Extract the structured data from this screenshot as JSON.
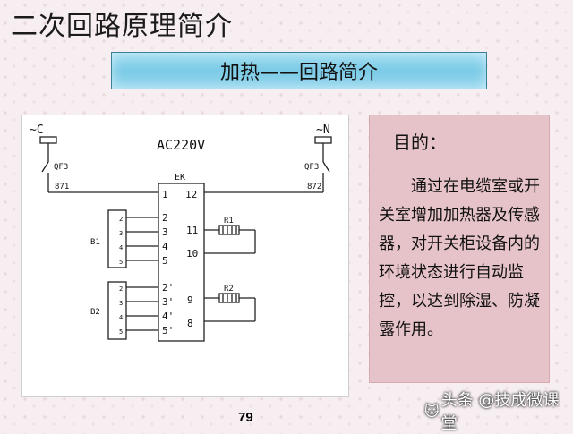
{
  "title": "二次回路原理简介",
  "subtitle": "加热——回路简介",
  "diagram": {
    "supply": "AC220V",
    "phase_left": "~C",
    "phase_right": "~N",
    "breaker_left": "QF3",
    "breaker_right": "QF3",
    "wire_left": "871",
    "wire_right": "872",
    "controller": "EK",
    "ek_left_pins": [
      "1",
      "2",
      "3",
      "4",
      "5",
      "2'",
      "3'",
      "4'",
      "5'"
    ],
    "ek_right_pins": [
      "12",
      "11",
      "10",
      "9",
      "8"
    ],
    "sensor1": "B1",
    "sensor2": "B2",
    "sensor_pins": [
      "2",
      "3",
      "4",
      "5"
    ],
    "heater1": "R1",
    "heater2": "R2"
  },
  "purpose": {
    "heading": "目的：",
    "body": "通过在电缆室或开关室增加加热器及传感器，对开关柜设备内的环境状态进行自动监控，以达到除湿、防凝露作用。"
  },
  "page_number": "79",
  "watermark": {
    "logo": "🐱",
    "text": "头条 @技成微课堂"
  }
}
